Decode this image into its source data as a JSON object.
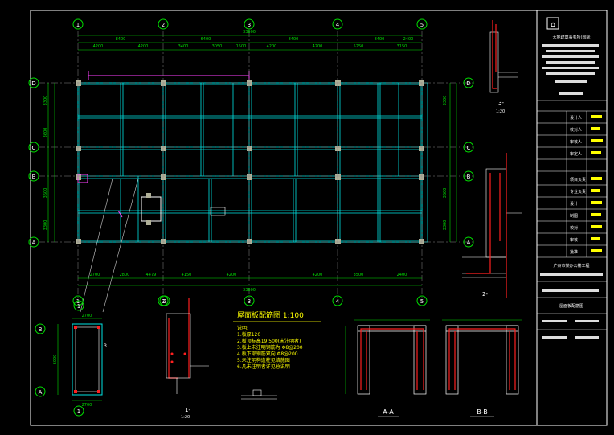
{
  "drawing": {
    "grid_cols": [
      "1",
      "2",
      "3",
      "4",
      "5"
    ],
    "grid_rows": [
      "D",
      "C",
      "B",
      "A"
    ],
    "top_dims": [
      "8400",
      "6400",
      "8400",
      "8400",
      "2400"
    ],
    "top_sub_dims": [
      "4200",
      "4200",
      "3400",
      "3050",
      "1500",
      "4200",
      "4200",
      "5250",
      "3150"
    ],
    "bottom_dims": [
      "2700",
      "2800",
      "4479",
      "4150",
      "4200",
      "4200",
      "3500",
      "2400"
    ],
    "overall_dim": "33600",
    "left_dims": [
      "3300",
      "3600",
      "3600",
      "3300"
    ],
    "plan_title": "屋面板配筋图  1:100",
    "notes": [
      "说明:",
      "1.板厚120",
      "2.板顶标高19.500(未注明者)",
      "3.板上未注明钢筋为 Φ8@200",
      "4.板下部钢筋双向 Φ8@200",
      "5.未注明构造柱见结施图",
      "6.凡未注明者详见总说明"
    ],
    "detail_labels": {
      "section_1": "1-",
      "section_2": "2-",
      "section_3": "3-",
      "section_aa": "A-A",
      "section_bb": "B-B",
      "scale": "1:20"
    },
    "column_detail": {
      "width": "2700",
      "height": "6000",
      "label": "3"
    }
  },
  "title_block": {
    "company": "大地建筑事务所(国际)",
    "rows": [
      "设计人",
      "校对人",
      "审核人",
      "审定人",
      "项目负责",
      "专业负责",
      "设计",
      "制图",
      "校对",
      "审核",
      "批准"
    ],
    "project": "广州市某办公楼工程",
    "sheet_title": "屋面板配筋图"
  },
  "colors": {
    "background": "#000000",
    "frame": "#ffffff",
    "grid": "#00ffff",
    "axis": "#ffffff",
    "rebar": "#ff0000",
    "column": "#c0c0a0",
    "bubble": "#00ff00",
    "note": "#ffff00",
    "dim": "#00ff00"
  }
}
